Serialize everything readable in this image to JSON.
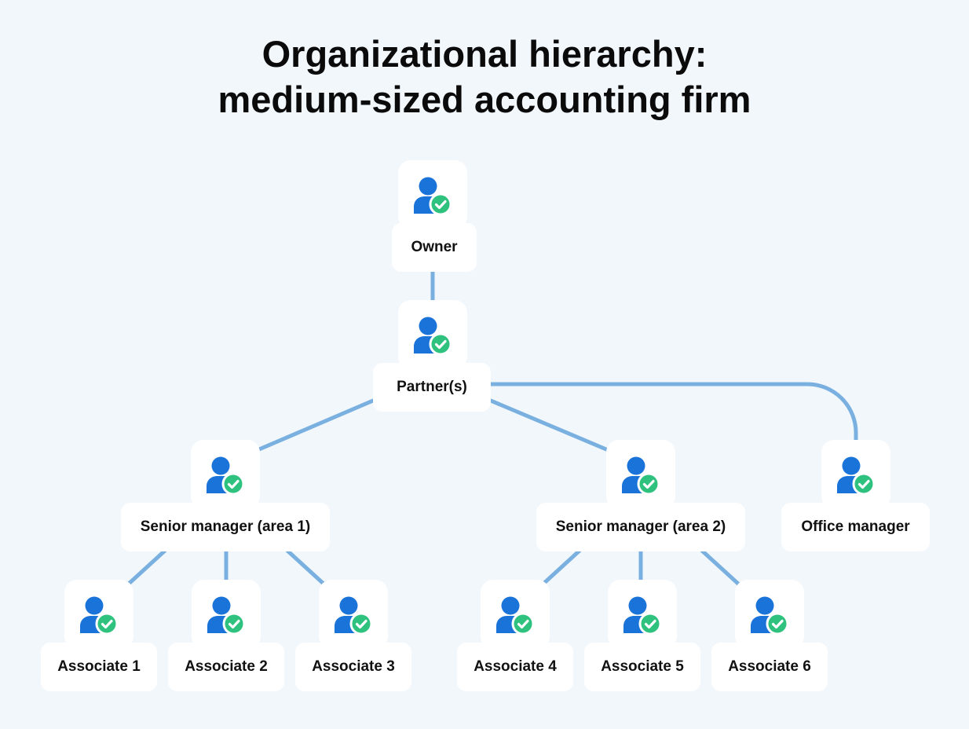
{
  "title": {
    "line1": "Organizational hierarchy:",
    "line2": "medium-sized accounting firm"
  },
  "colors": {
    "background": "#f2f7fc",
    "connector": "#7ab0e0",
    "person": "#1a73d9",
    "check_badge": "#2ec27e"
  },
  "nodes": {
    "owner": {
      "label": "Owner",
      "icon": "user-check-icon"
    },
    "partner": {
      "label": "Partner(s)",
      "icon": "user-check-icon"
    },
    "senior1": {
      "label": "Senior manager (area 1)",
      "icon": "user-check-icon"
    },
    "senior2": {
      "label": "Senior manager (area 2)",
      "icon": "user-check-icon"
    },
    "office": {
      "label": "Office manager",
      "icon": "user-check-icon"
    },
    "assoc1": {
      "label": "Associate 1",
      "icon": "user-check-icon"
    },
    "assoc2": {
      "label": "Associate 2",
      "icon": "user-check-icon"
    },
    "assoc3": {
      "label": "Associate 3",
      "icon": "user-check-icon"
    },
    "assoc4": {
      "label": "Associate 4",
      "icon": "user-check-icon"
    },
    "assoc5": {
      "label": "Associate 5",
      "icon": "user-check-icon"
    },
    "assoc6": {
      "label": "Associate 6",
      "icon": "user-check-icon"
    }
  },
  "edges": [
    {
      "from": "owner",
      "to": "partner"
    },
    {
      "from": "partner",
      "to": "senior1"
    },
    {
      "from": "partner",
      "to": "senior2"
    },
    {
      "from": "partner",
      "to": "office"
    },
    {
      "from": "senior1",
      "to": "assoc1"
    },
    {
      "from": "senior1",
      "to": "assoc2"
    },
    {
      "from": "senior1",
      "to": "assoc3"
    },
    {
      "from": "senior2",
      "to": "assoc4"
    },
    {
      "from": "senior2",
      "to": "assoc5"
    },
    {
      "from": "senior2",
      "to": "assoc6"
    }
  ]
}
